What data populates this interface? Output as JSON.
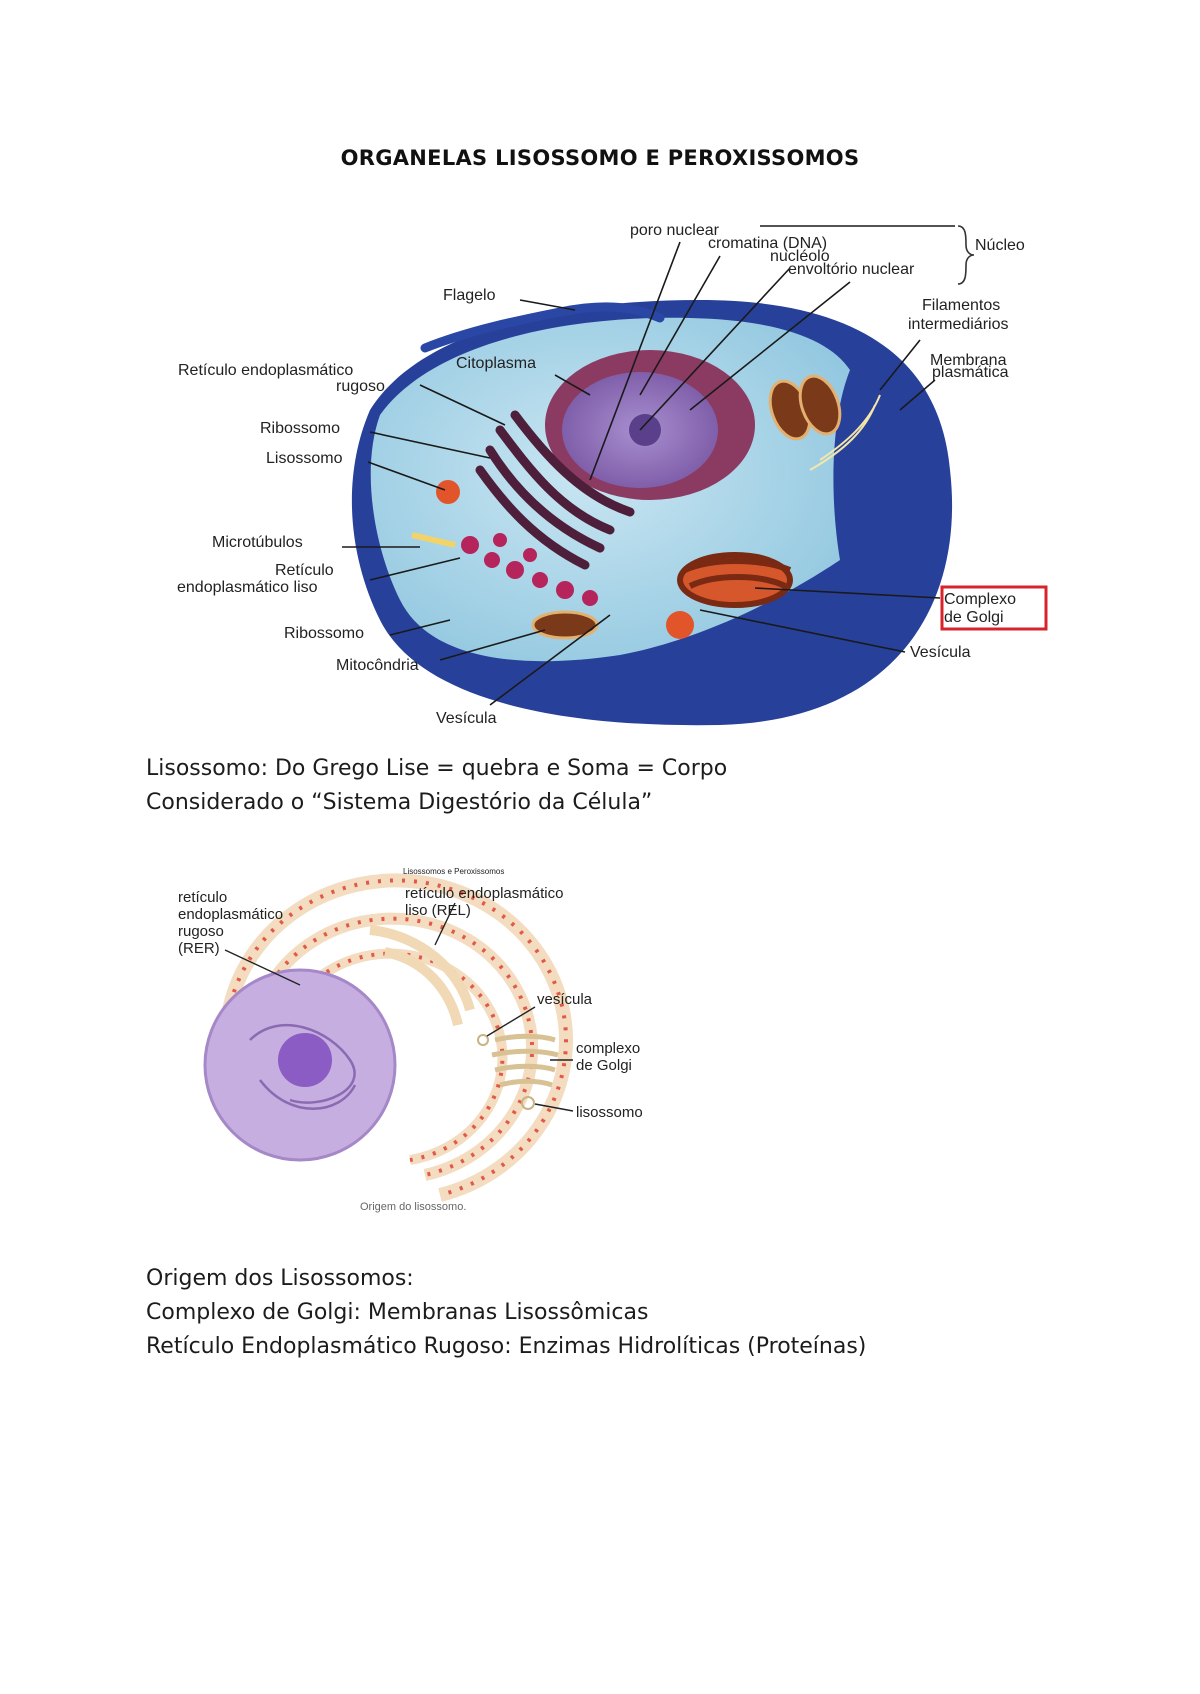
{
  "title": "ORGANELAS LISOSSOMO E PEROXISSOMOS",
  "figure1": {
    "labels": {
      "poro_nuclear": "poro nuclear",
      "cromatina": "cromatina (DNA)",
      "nucleolo": "nucléolo",
      "envoltorio": "envoltório nuclear",
      "nucleo": "Núcleo",
      "flagelo": "Flagelo",
      "filamentos_1": "Filamentos",
      "filamentos_2": "intermediários",
      "membrana_1": "Membrana",
      "membrana_2": "plasmática",
      "rer_1": "Retículo endoplasmático",
      "rer_2": "rugoso",
      "citoplasma": "Citoplasma",
      "ribossomo_top": "Ribossomo",
      "lisossomo": "Lisossomo",
      "microtubulos": "Microtúbulos",
      "rel_1": "Retículo",
      "rel_2": "endoplasmático liso",
      "ribossomo_bottom": "Ribossomo",
      "mitocondria": "Mitocôndria",
      "vesicula_bottom": "Vesícula",
      "golgi_1": "Complexo",
      "golgi_2": "de Golgi",
      "vesicula_right": "Vesícula"
    },
    "highlight_color": "#d8232a"
  },
  "text_block_1": {
    "line1": "Lisossomo: Do Grego Lise = quebra e Soma = Corpo",
    "line2": "Considerado o “Sistema Digestório da Célula”"
  },
  "figure2": {
    "header": "Lisossomos e Peroxissomos",
    "labels": {
      "rer_1": "retículo",
      "rer_2": "endoplasmático",
      "rer_3": "rugoso",
      "rer_4": "(RER)",
      "rel_1": "retículo endoplasmático",
      "rel_2": "liso (REL)",
      "vesicula": "vesícula",
      "golgi_1": "complexo",
      "golgi_2": "de Golgi",
      "lisossomo": "lisossomo"
    },
    "caption": "Origem do lisossomo."
  },
  "text_block_2": {
    "line1": "Origem dos Lisossomos:",
    "line2": "Complexo de Golgi: Membranas Lisossômicas",
    "line3": "Retículo Endoplasmático Rugoso: Enzimas Hidrolíticas (Proteínas)"
  }
}
